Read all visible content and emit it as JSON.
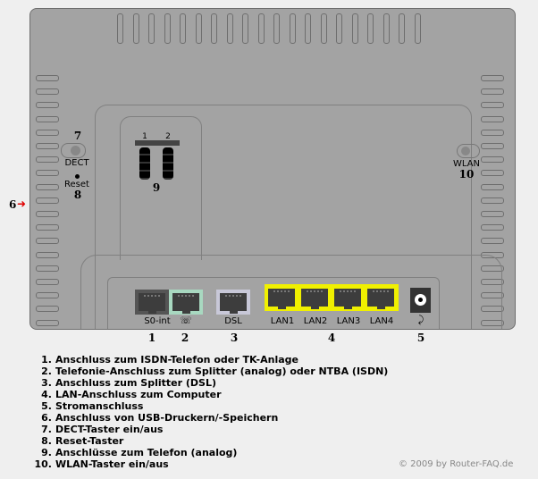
{
  "labels": {
    "dect": "DECT",
    "reset": "Reset",
    "wlan": "WLAN",
    "s0": "S0-int",
    "phone": "☏",
    "dsl": "DSL",
    "lan": [
      "LAN1",
      "LAN2",
      "LAN3",
      "LAN4"
    ],
    "power": "⤸",
    "usb": [
      "1",
      "2"
    ]
  },
  "numbers": {
    "n1": "1",
    "n2": "2",
    "n3": "3",
    "n4": "4",
    "n5": "5",
    "n6": "6",
    "n7": "7",
    "n8": "8",
    "n9": "9",
    "n10": "10"
  },
  "legend": [
    {
      "num": "1.",
      "text": "Anschluss zum ISDN-Telefon oder TK-Anlage"
    },
    {
      "num": "2.",
      "text": "Telefonie-Anschluss zum Splitter (analog) oder NTBA (ISDN)"
    },
    {
      "num": "3.",
      "text": "Anschluss zum Splitter (DSL)"
    },
    {
      "num": "4.",
      "text": "LAN-Anschluss zum Computer"
    },
    {
      "num": "5.",
      "text": "Stromanschluss"
    },
    {
      "num": "6.",
      "text": "Anschluss von USB-Druckern/-Speichern"
    },
    {
      "num": "7.",
      "text": "DECT-Taster ein/aus"
    },
    {
      "num": "8.",
      "text": "Reset-Taster"
    },
    {
      "num": "9.",
      "text": "Anschlüsse zum Telefon (analog)"
    },
    {
      "num": "10.",
      "text": "WLAN-Taster ein/aus"
    }
  ],
  "copyright": "© 2009 by Router-FAQ.de",
  "colors": {
    "lan": "#f0f000",
    "phone": "#a8d8c0",
    "dsl": "#c8c8d8",
    "body": "#a3a3a3"
  }
}
